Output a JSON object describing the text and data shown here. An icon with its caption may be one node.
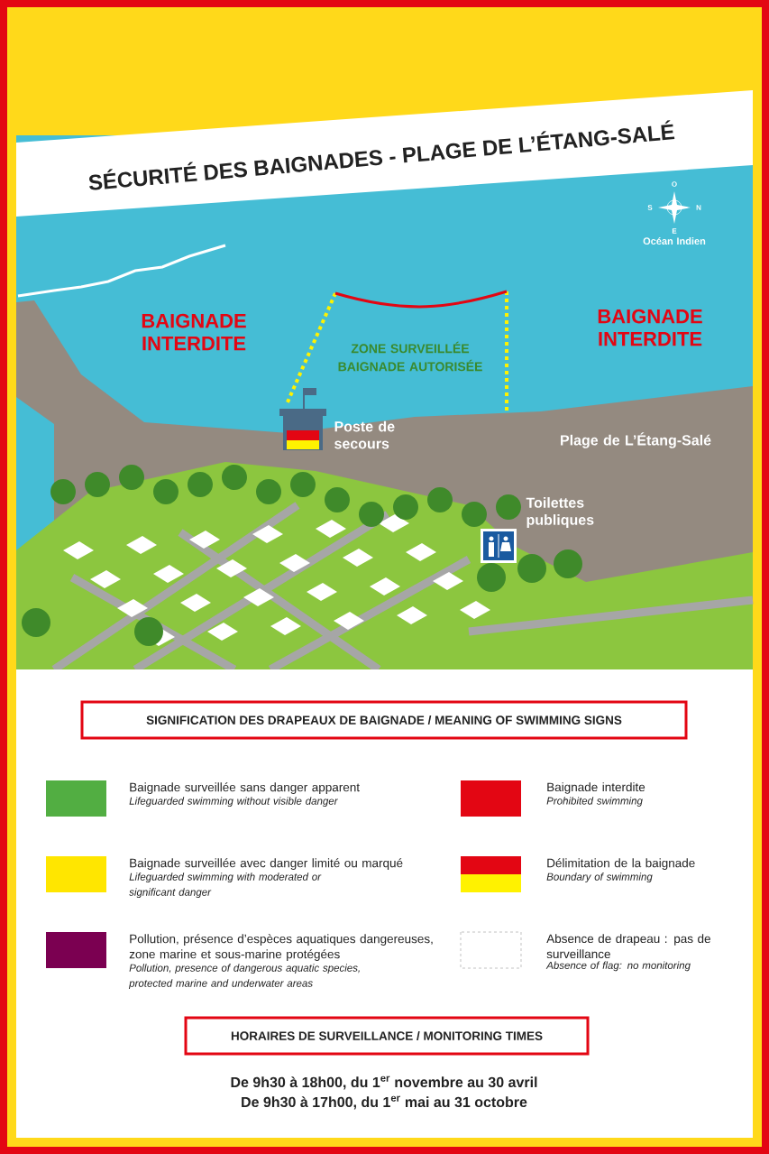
{
  "diagram": {
    "title": "SÉCURITÉ DES BAIGNADES - PLAGE DE L’ÉTANG-SALÉ",
    "nodes": [
      {
        "text": [
          "SIGNIFICATION DES DRAPEAUX DE BAIGNADE / MEANING OF SWIMMING SIGNS"
        ]
      },
      {
        "text": [
          "HORAIRES DE SURVEILLANCE / MONITORING TIMES"
        ]
      }
    ],
    "labels": [
      "BAIGNADE INTERDITE",
      "BAIGNADE INTERDITE",
      "ZONE SURVEILLÉE BAIGNADE AUTORISÉE",
      "Poste de secours",
      "Plage de L’Étang-Salé",
      "Toilettes publiques",
      "Océan Indien",
      "O",
      "S",
      "N",
      "E",
      "Lifeguarded swimming without visible danger",
      "Prohibited swimming",
      "Lifeguarded swimming with moderated or significant danger",
      "Boundary of swimming",
      "Pollution, presence of dangerous aquatic species, protected marine and underwater areas",
      "Absence of flag: no monitoring",
      "De 9h30 à 18h00, du 1$^{er}$ novembre au 30 avril",
      "De 9h30 à 17h00, du 1$^{er}$ mai au 31 octobre"
    ],
    "legend": [
      {
        "text": "Baignade surveillée sans danger apparent",
        "color": "#52ae42"
      },
      {
        "text": "Baignade interdite",
        "color": "#e30613"
      },
      {
        "text": "Baignade surveillée avec danger limité ou marqué",
        "color": "#ffe600"
      },
      {
        "text": "Délimitation de la baignade"
      },
      {
        "text": "Pollution, présence d’espèces aquatiques dangereuses, zone marine et sous-marine protégées",
        "color": "#7b0051"
      },
      {
        "text": "Absence de drapeau : pas de surveillance"
      }
    ]
  }
}
